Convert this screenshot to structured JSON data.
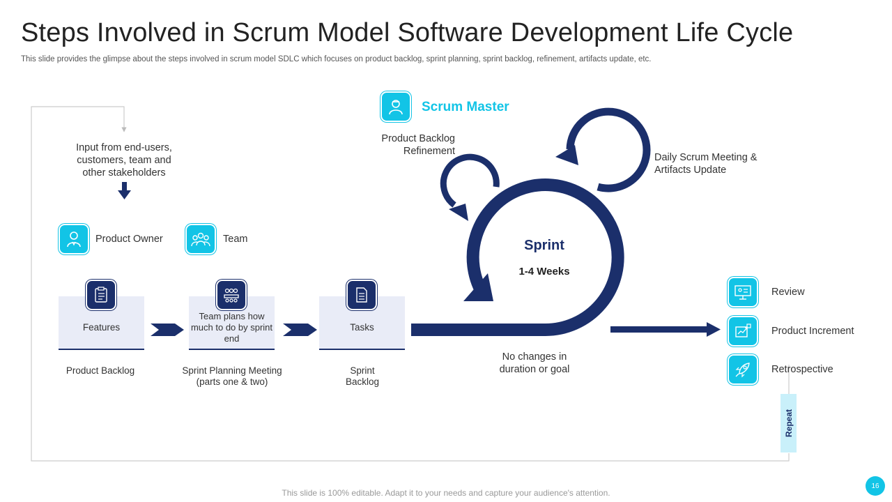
{
  "slide": {
    "title": "Steps Involved in Scrum Model Software Development Life Cycle",
    "subtitle": "This slide provides the glimpse about the steps involved in scrum model SDLC which focuses on product backlog, sprint planning, sprint backlog, refinement, artifacts update, etc.",
    "footer": "This slide is 100% editable. Adapt it to your needs and capture your audience's attention.",
    "page_number": "16"
  },
  "diagram": {
    "input_text": "Input from end-users, customers, team and other stakeholders",
    "roles": {
      "product_owner": "Product Owner",
      "team": "Team",
      "scrum_master": "Scrum Master"
    },
    "stages": [
      {
        "card": "Features",
        "label": "Product Backlog",
        "icon": "clipboard-icon"
      },
      {
        "card": "Team plans how much to do by sprint end",
        "label": "Sprint Planning Meeting (parts one & two)",
        "icon": "team-meeting-icon"
      },
      {
        "card": "Tasks",
        "label": "Sprint Backlog",
        "icon": "document-icon"
      }
    ],
    "product_backlog_refinement": "Product Backlog Refinement",
    "daily_scrum": "Daily Scrum Meeting & Artifacts Update",
    "sprint": {
      "title": "Sprint",
      "duration": "1-4 Weeks"
    },
    "no_changes": "No changes in duration or goal",
    "outcomes": [
      {
        "label": "Review",
        "icon": "presentation-icon"
      },
      {
        "label": "Product Increment",
        "icon": "growth-chart-icon"
      },
      {
        "label": "Retrospective",
        "icon": "rocket-icon"
      }
    ],
    "repeat": "Repeat",
    "colors": {
      "navy": "#1b2f6b",
      "cyan": "#12c4e6",
      "card_bg": "#e9ecf7"
    }
  }
}
